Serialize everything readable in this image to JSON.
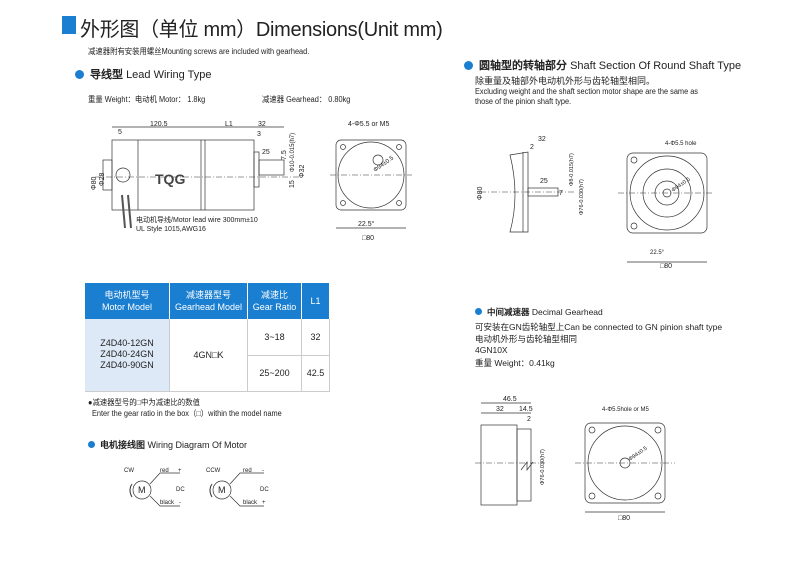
{
  "header": {
    "title": "外形图（单位 mm）Dimensions(Unit mm)",
    "note": "减速器附有安装用螺丝Mounting screws are included with gearhead."
  },
  "lead": {
    "title_cn": "导线型",
    "title_en": "Lead Wiring Type",
    "weight": "重量 Weight：电动机 Motor： 1.8kg",
    "gear_weight": "减速器 Gearhead： 0.80kg",
    "dims": {
      "d120": "120.5",
      "l1": "L1",
      "d32": "32",
      "d5": "5",
      "d3": "3",
      "d25": "25",
      "d75": "7.5",
      "phi10": "Φ10-0.015(h7)",
      "phi32": "Φ32",
      "d15": "15",
      "phi80": "Φ80",
      "phi28": "Φ28",
      "brand": "TQG",
      "lead_wire": "电动机导线/Motor lead wire 300mm±10",
      "ul": "UL Style 1015,AWG16",
      "holes": "4-Φ5.5 or M5",
      "pcd": "Φ94±0.5",
      "angle": "22.5°",
      "sq80": "□80"
    }
  },
  "table": {
    "headers": [
      [
        "电动机型号",
        "Motor Model"
      ],
      [
        "减速器型号",
        "Gearhead Model"
      ],
      [
        "减速比",
        "Gear Ratio"
      ],
      [
        "L1",
        ""
      ]
    ],
    "models": [
      "Z4D40-12GN",
      "Z4D40-24GN",
      "Z4D40-90GN"
    ],
    "gearhead": "4GN□K",
    "rows": [
      {
        "ratio": "3~18",
        "l1": "32"
      },
      {
        "ratio": "25~200",
        "l1": "42.5"
      }
    ],
    "note_cn": "●减速器型号的□中为减速比的数值",
    "note_en": "Enter the gear ratio in the box（□）within the model name"
  },
  "wiring": {
    "title_cn": "电机接线图",
    "title_en": "Wiring Diagram Of Motor",
    "cw": {
      "label": "CW",
      "top": "red",
      "top_sign": "+",
      "dc": "DC",
      "bottom": "black",
      "bottom_sign": "-"
    },
    "ccw": {
      "label": "CCW",
      "top": "red",
      "top_sign": "-",
      "dc": "DC",
      "bottom": "black",
      "bottom_sign": "+"
    },
    "motor": "M"
  },
  "round": {
    "title_cn": "圆轴型的转轴部分",
    "title_en": "Shaft Section Of Round Shaft Type",
    "desc_cn": "除重量及轴部外电动机外形与齿轮轴型相同。",
    "desc_en1": "Excluding weight and the shaft section motor shape are the same as",
    "desc_en2": "those of the pinion shaft type.",
    "dims": {
      "d32": "32",
      "d2": "2",
      "d25": "25",
      "d7": "7",
      "phi8": "Φ8-0.015(h7)",
      "phi76": "Φ76-0.030(h7)",
      "phi80": "Φ80",
      "holes": "4-Φ5.5 hole",
      "pcd": "Φ94±0.5",
      "angle": "22.5°",
      "sq80": "□80"
    }
  },
  "decimal": {
    "title_cn": "中间减速器",
    "title_en": "Decimal Gearhead",
    "l1": "可安装在GN齿轮轴型上Can be connected to GN pinion shaft type",
    "l2": "电动机外形与齿轮轴型相同",
    "model": "4GN10X",
    "weight": "重量 Weight：0.41kg",
    "dims": {
      "d465": "46.5",
      "d32": "32",
      "d145": "14.5",
      "d2": "2",
      "phi76": "Φ76-0.030(h7)",
      "holes": "4-Φ5.5hole or M5",
      "pcd": "Φ94±0.5",
      "sq80": "□80"
    }
  },
  "colors": {
    "accent": "#1a7fd0",
    "table_body": "#dde9f7"
  }
}
